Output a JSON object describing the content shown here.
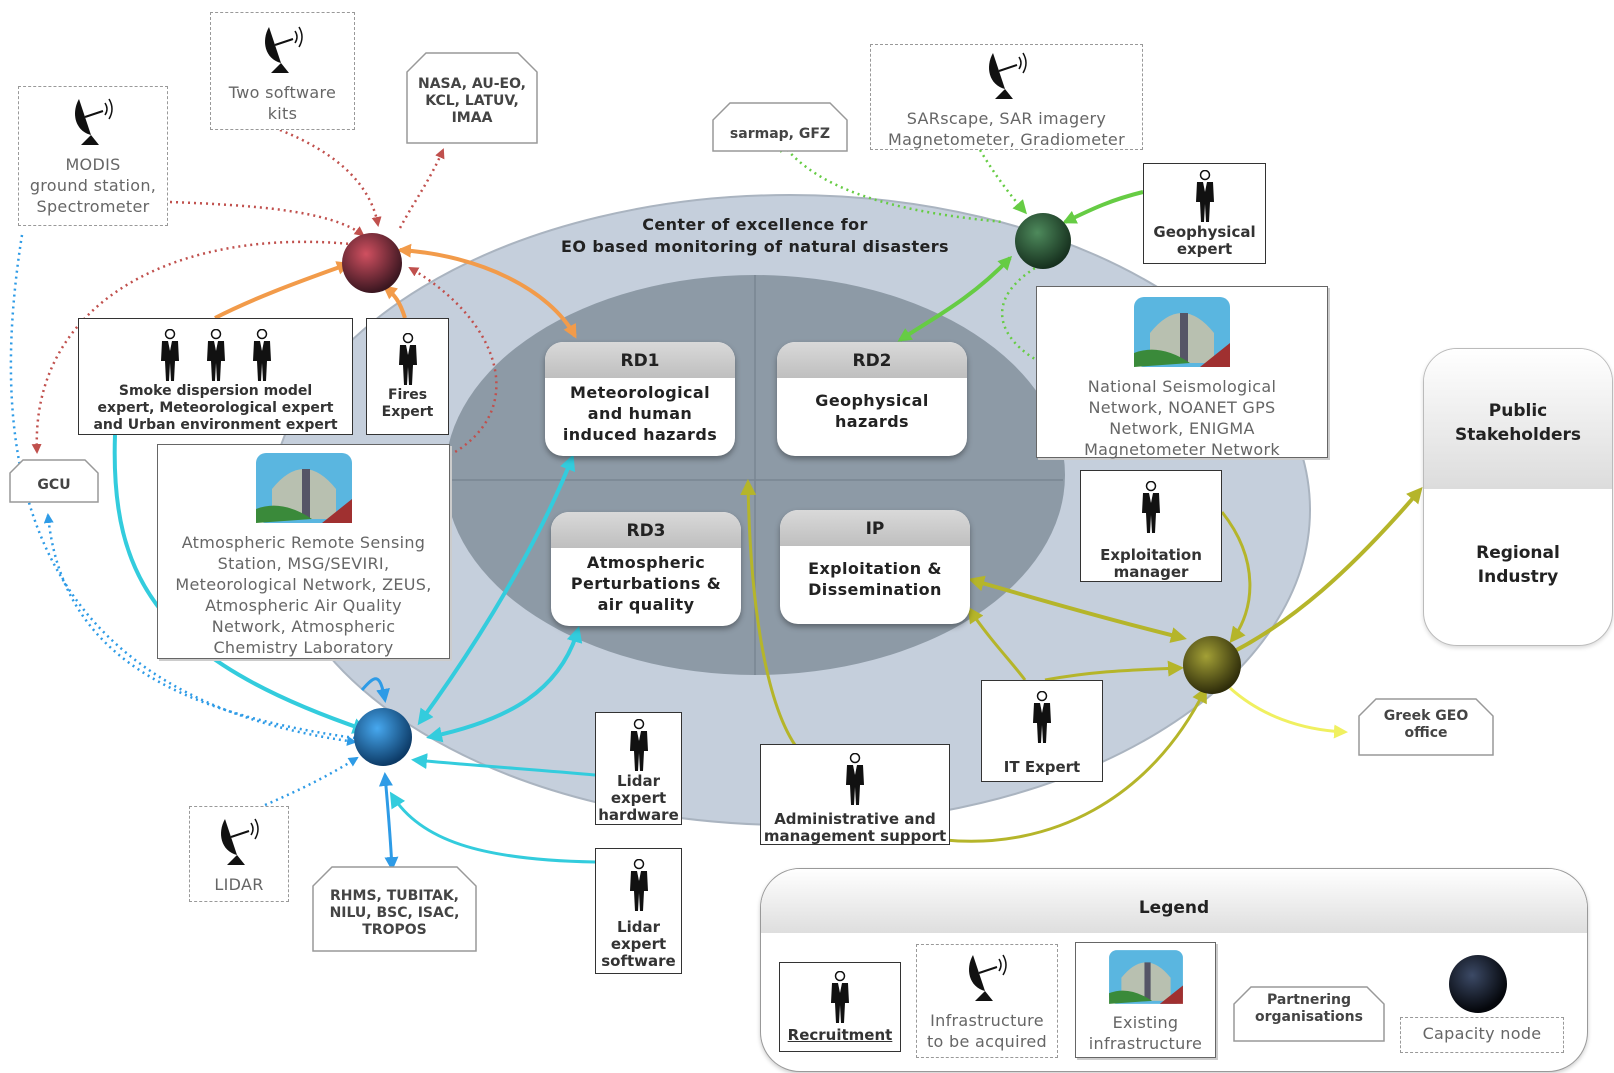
{
  "center": {
    "title_line1": "Center of excellence for",
    "title_line2": "EO based monitoring of natural disasters"
  },
  "rd_boxes": [
    {
      "head": "RD1",
      "lines": [
        "Meteorological",
        "and human",
        "induced hazards"
      ]
    },
    {
      "head": "RD2",
      "lines": [
        "Geophysical",
        "hazards"
      ]
    },
    {
      "head": "RD3",
      "lines": [
        "Atmospheric",
        "Perturbations &",
        "air quality"
      ]
    },
    {
      "head": "IP",
      "lines": [
        "Exploitation &",
        "Dissemination"
      ]
    }
  ],
  "infrastructure_to_acquire": [
    {
      "lines": [
        "Two software",
        "kits"
      ]
    },
    {
      "lines": [
        "MODIS",
        "ground station,",
        "Spectrometer"
      ]
    },
    {
      "lines": [
        "SARscape, SAR imagery",
        "Magnetometer, Gradiometer"
      ]
    },
    {
      "lines": [
        "LIDAR"
      ]
    }
  ],
  "existing_infrastructure": [
    {
      "lines": [
        "National Seismological",
        "Network, NOANET GPS",
        "Network, ENIGMA",
        "Magnetometer Network"
      ]
    },
    {
      "lines": [
        "Atmospheric Remote Sensing",
        "Station, MSG/SEVIRI,",
        "Meteorological Network, ZEUS,",
        "Atmospheric Air Quality",
        "Network, Atmospheric",
        "Chemistry Laboratory"
      ]
    }
  ],
  "recruitment": [
    {
      "lines": [
        "Smoke dispersion model",
        "expert, Meteorological expert",
        "and Urban environment expert"
      ]
    },
    {
      "lines": [
        "Fires",
        "Expert"
      ]
    },
    {
      "lines": [
        "Geophysical",
        "expert"
      ]
    },
    {
      "lines": [
        "Exploitation",
        "manager"
      ]
    },
    {
      "lines": [
        "IT Expert"
      ]
    },
    {
      "lines": [
        "Administrative and",
        "management support"
      ]
    },
    {
      "lines": [
        "Lidar",
        "expert",
        "hardware"
      ]
    },
    {
      "lines": [
        "Lidar",
        "expert",
        "software"
      ]
    }
  ],
  "partners": [
    {
      "lines": [
        "NASA, AU-EO,",
        "KCL, LATUV,",
        "IMAA"
      ]
    },
    {
      "lines": [
        "sarmap, GFZ"
      ]
    },
    {
      "lines": [
        "GCU"
      ]
    },
    {
      "lines": [
        "RHMS, TUBITAK,",
        "NILU, BSC, ISAC,",
        "TROPOS"
      ]
    },
    {
      "lines": [
        "Greek GEO",
        "office"
      ]
    }
  ],
  "public": {
    "top": [
      "Public",
      "Stakeholders"
    ],
    "bottom": [
      "Regional",
      "Industry"
    ]
  },
  "legend": {
    "title": "Legend",
    "recruitment": "Recruitment",
    "infrastructure": [
      "Infrastructure",
      "to be acquired"
    ],
    "existing": [
      "Existing",
      "infrastructure"
    ],
    "partnering": [
      "Partnering",
      "organisations"
    ],
    "capacity": "Capacity node"
  },
  "colors": {
    "node_red": "#8b2e3a",
    "node_green": "#2f5a3a",
    "node_blue": "#1e6fb0",
    "node_olive": "#6b6a1e",
    "arrow_red": "#c0504d",
    "arrow_orange": "#f29b4a",
    "arrow_green": "#66cc44",
    "arrow_cyan": "#33ccdd",
    "arrow_blue": "#2e9be6",
    "arrow_olive": "#b5b52a",
    "ellipse_outer": "#c5cfdc",
    "ellipse_inner": "#8d9aa6"
  },
  "icons": [
    "satellite-dish-icon",
    "person-icon",
    "observatory-icon",
    "capacity-node-icon"
  ]
}
